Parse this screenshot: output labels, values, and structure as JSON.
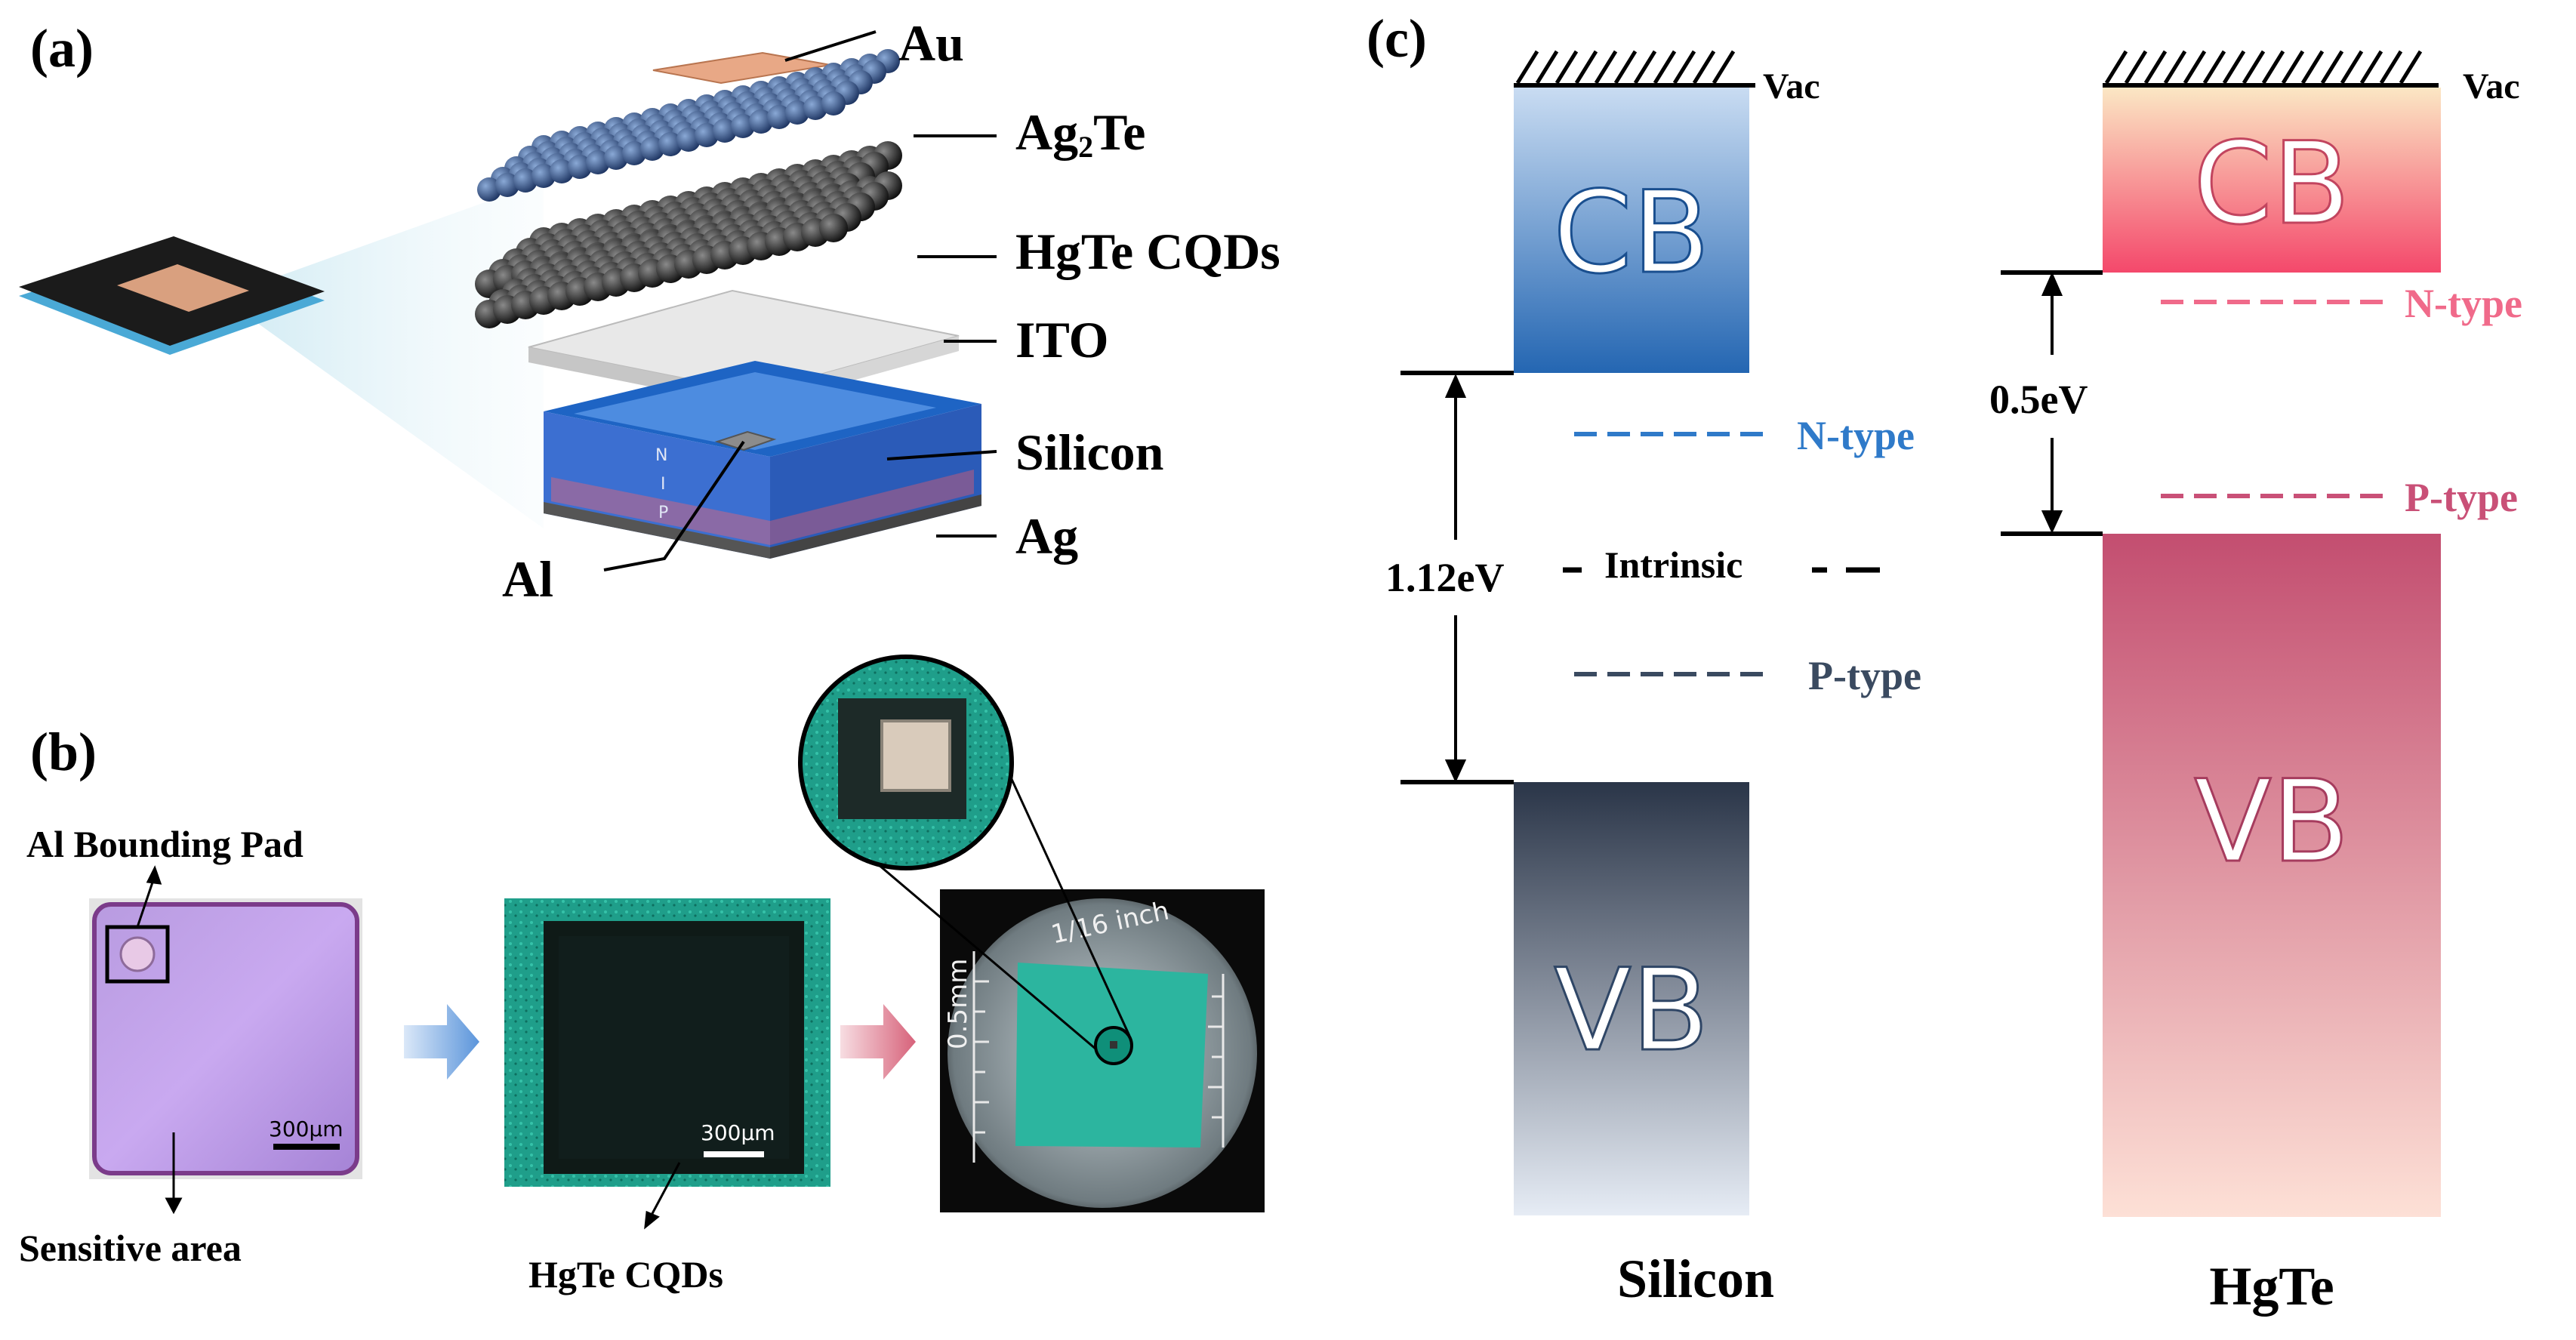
{
  "panels": {
    "a": {
      "label": "(a)",
      "layers": {
        "au": "Au",
        "ag2te_main": "Ag",
        "ag2te_sub": "2",
        "ag2te_end": "Te",
        "hgte": "HgTe CQDs",
        "ito": "ITO",
        "silicon": "Silicon",
        "ag": "Ag",
        "al": "Al"
      },
      "nip": [
        "N",
        "I",
        "P"
      ]
    },
    "b": {
      "label": "(b)",
      "pad_label": "Al Bounding Pad",
      "sensitive_label": "Sensitive area",
      "hgte_label": "HgTe CQDs",
      "scale1": "300μm",
      "scale2": "300μm",
      "ruler_text": "1/16 inch",
      "ruler_mm": "0.5mm"
    },
    "c": {
      "label": "(c)",
      "silicon": {
        "name": "Silicon",
        "vac": "Vac",
        "cb": "CB",
        "vb": "VB",
        "gap": "1.12eV",
        "ntype": "N-type",
        "intrinsic": "Intrinsic",
        "ptype": "P-type"
      },
      "hgte": {
        "name": "HgTe",
        "vac": "Vac",
        "cb": "CB",
        "vb": "VB",
        "gap": "0.5eV",
        "ntype": "N-type",
        "ptype": "P-type"
      }
    }
  },
  "colors": {
    "si_cb_top": "#c9dcf2",
    "si_cb_bottom": "#2466b2",
    "si_vb_top": "#2a3548",
    "si_vb_bottom": "#e6ecf5",
    "hg_cb_top": "#fbe7c4",
    "hg_cb_bottom": "#f4486b",
    "hg_vb_top": "#c34e70",
    "hg_vb_bottom": "#fde0d6",
    "si_ntype": "#2f7ac9",
    "si_ptype": "#3a4a60",
    "hg_ntype": "#f06a8a",
    "hg_ptype": "#c95077"
  }
}
